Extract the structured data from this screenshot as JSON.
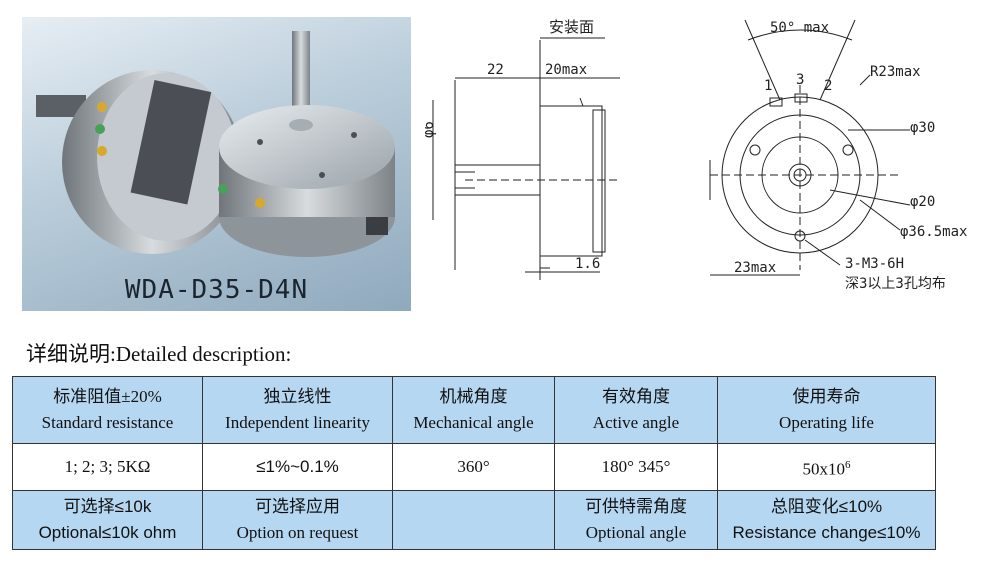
{
  "photo": {
    "model_label": "WDA-D35-D4N"
  },
  "side_view": {
    "mount_face_label": "安装面",
    "dim_shaft_length": "22",
    "dim_body_width": "20max",
    "dim_shaft_dia": "φ6",
    "dim_flange": "1.6"
  },
  "front_view": {
    "angle_label": "50° max",
    "terminal_1": "1",
    "terminal_3": "3",
    "terminal_2": "2",
    "radius_label": "R23max",
    "dia_30": "φ30",
    "dia_20": "φ20",
    "dia_36": "φ36.5max",
    "dim_23": "23max",
    "holes_label": "3-M3-6H",
    "holes_note": "深3以上3孔均布"
  },
  "description_label": "详细说明:Detailed description:",
  "table": {
    "headers": [
      {
        "cn": "标准阻值±20%",
        "en": "Standard resistance"
      },
      {
        "cn": "独立线性",
        "en": "Independent linearity"
      },
      {
        "cn": "机械角度",
        "en": "Mechanical angle"
      },
      {
        "cn": "有效角度",
        "en": "Active angle"
      },
      {
        "cn": "使用寿命",
        "en": "Operating life"
      }
    ],
    "values": [
      "1; 2; 3; 5KΩ",
      "≤1%~0.1%",
      "360°",
      "180°   345°",
      "50x10"
    ],
    "life_exponent": "6",
    "options": [
      {
        "cn": "可选择≤10k",
        "en": "Optional≤10k ohm"
      },
      {
        "cn": "可选择应用",
        "en": "Option on request"
      },
      {
        "cn": "",
        "en": ""
      },
      {
        "cn": "可供特需角度",
        "en": "Optional angle"
      },
      {
        "cn": "总阻变化≤10%",
        "en": "Resistance change≤10%"
      }
    ]
  }
}
